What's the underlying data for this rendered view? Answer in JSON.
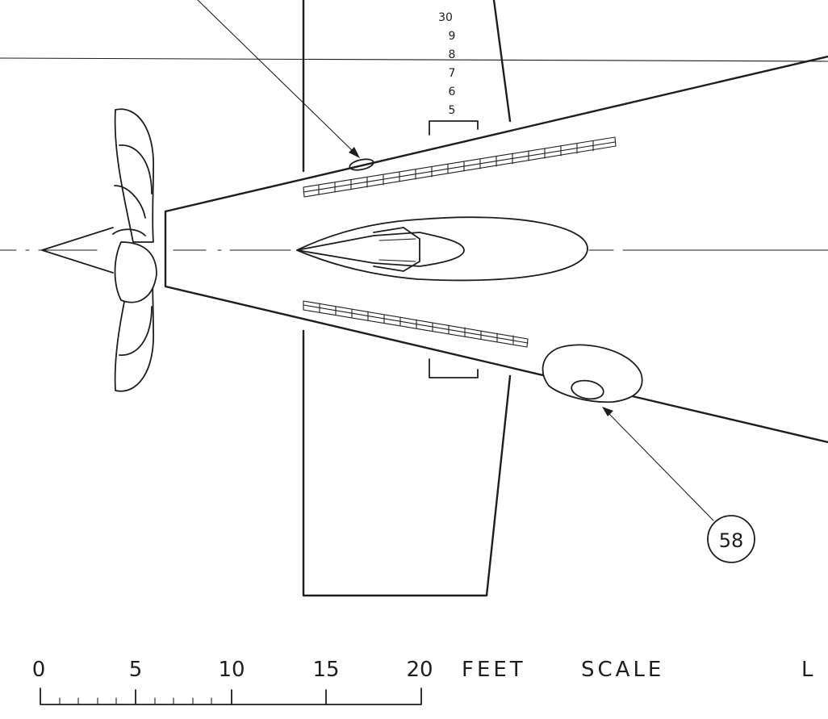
{
  "callouts": {
    "callout_58": "58"
  },
  "ladder_numbers": [
    "30",
    "9",
    "8",
    "7",
    "6",
    "5"
  ],
  "scale_bar": {
    "tick_labels": [
      "0",
      "5",
      "10",
      "15",
      "20"
    ],
    "unit_label": "FEET",
    "scale_label": "SCALE",
    "cut_off_text": "L"
  }
}
